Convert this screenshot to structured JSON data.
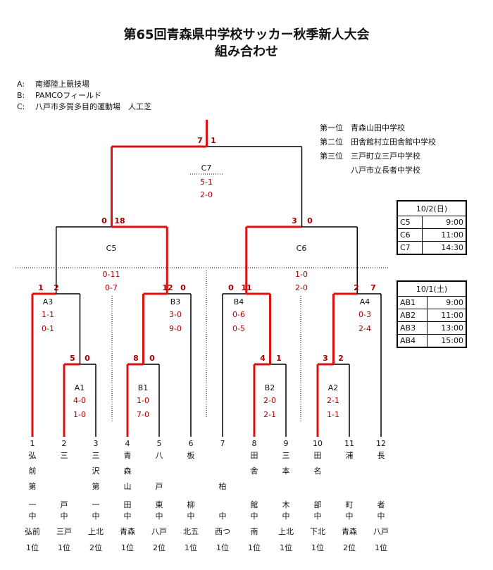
{
  "title": {
    "line1": "第65回青森県中学校サッカー秋季新人大会",
    "line2": "組み合わせ"
  },
  "venues": [
    {
      "key": "A:",
      "name": "南郷陸上競技場"
    },
    {
      "key": "B:",
      "name": "PAMCOフィールド"
    },
    {
      "key": "C:",
      "name": "八戸市多賀多目的運動場　人工芝"
    }
  ],
  "ranking": [
    {
      "rank": "第一位",
      "school": "青森山田中学校"
    },
    {
      "rank": "第二位",
      "school": "田舎館村立田舎館中学校"
    },
    {
      "rank": "第三位",
      "school": "三戸町立三戸中学校"
    },
    {
      "rank": "",
      "school": "八戸市立長者中学校"
    }
  ],
  "schedule_final": {
    "date": "10/2(日)",
    "rows": [
      {
        "match": "C5",
        "time": "9:00"
      },
      {
        "match": "C6",
        "time": "11:00"
      },
      {
        "match": "C7",
        "time": "14:30"
      }
    ]
  },
  "schedule_first": {
    "date": "10/1(土)",
    "rows": [
      {
        "match": "AB1",
        "time": "9:00"
      },
      {
        "match": "AB2",
        "time": "11:00"
      },
      {
        "match": "AB3",
        "time": "13:00"
      },
      {
        "match": "AB4",
        "time": "15:00"
      }
    ]
  },
  "teams": [
    {
      "num": "1",
      "chars": [
        "弘",
        "前",
        "第",
        "一"
      ],
      "chu": "中",
      "short": "弘前",
      "rank": "1位"
    },
    {
      "num": "2",
      "chars": [
        "三",
        "",
        "",
        "戸"
      ],
      "chu": "中",
      "short": "三戸",
      "rank": "1位"
    },
    {
      "num": "3",
      "chars": [
        "三",
        "沢",
        "第",
        "一"
      ],
      "chu": "中",
      "short": "上北",
      "rank": "2位"
    },
    {
      "num": "4",
      "chars": [
        "青",
        "森",
        "山",
        "田"
      ],
      "chu": "中",
      "short": "青森",
      "rank": "1位"
    },
    {
      "num": "5",
      "chars": [
        "八",
        "",
        "戸",
        "東"
      ],
      "chu": "中",
      "short": "八戸",
      "rank": "2位"
    },
    {
      "num": "6",
      "chars": [
        "板",
        "",
        "",
        "柳"
      ],
      "chu": "中",
      "short": "北五",
      "rank": "1位"
    },
    {
      "num": "7",
      "chars": [
        "",
        "",
        "柏",
        ""
      ],
      "chu": "中",
      "short": "西つ",
      "rank": "1位"
    },
    {
      "num": "8",
      "chars": [
        "田",
        "舎",
        "",
        "館"
      ],
      "chu": "中",
      "short": "南",
      "rank": "1位"
    },
    {
      "num": "9",
      "chars": [
        "三",
        "本",
        "",
        "木"
      ],
      "chu": "中",
      "short": "上北",
      "rank": "1位"
    },
    {
      "num": "10",
      "chars": [
        "田",
        "名",
        "",
        "部"
      ],
      "chu": "中",
      "short": "下北",
      "rank": "1位"
    },
    {
      "num": "11",
      "chars": [
        "浦",
        "",
        "",
        "町"
      ],
      "chu": "中",
      "short": "青森",
      "rank": "2位"
    },
    {
      "num": "12",
      "chars": [
        "長",
        "",
        "",
        "者"
      ],
      "chu": "中",
      "short": "八戸",
      "rank": "1位"
    }
  ],
  "matches": {
    "A1": {
      "label": "A1",
      "s1": "4-0",
      "s2": "1-0",
      "left": "5",
      "right": "0"
    },
    "B1": {
      "label": "B1",
      "s1": "1-0",
      "s2": "7-0",
      "left": "8",
      "right": "0"
    },
    "B2": {
      "label": "B2",
      "s1": "2-0",
      "s2": "2-1",
      "left": "4",
      "right": "1"
    },
    "A2": {
      "label": "A2",
      "s1": "2-1",
      "s2": "1-1",
      "left": "3",
      "right": "2"
    },
    "A3": {
      "label": "A3",
      "s1": "1-1",
      "s2": "0-1",
      "left": "1",
      "right": "2"
    },
    "B3": {
      "label": "B3",
      "s1": "3-0",
      "s2": "9-0",
      "left": "12",
      "right": "0"
    },
    "B4": {
      "label": "B4",
      "s1": "0-6",
      "s2": "0-5",
      "left": "0",
      "right": "11"
    },
    "A4": {
      "label": "A4",
      "s1": "0-3",
      "s2": "2-4",
      "left": "2",
      "right": "7"
    },
    "C5": {
      "label": "C5",
      "s1": "0-11",
      "s2": "0-7",
      "left": "0",
      "right": "18"
    },
    "C6": {
      "label": "C6",
      "s1": "1-0",
      "s2": "2-0",
      "left": "3",
      "right": "0"
    },
    "C7": {
      "label": "C7",
      "s1": "5-1",
      "s2": "2-0",
      "left": "7",
      "right": "1"
    }
  },
  "colors": {
    "winner": "#dd1111",
    "line": "#000000",
    "score": "#aa0000"
  }
}
